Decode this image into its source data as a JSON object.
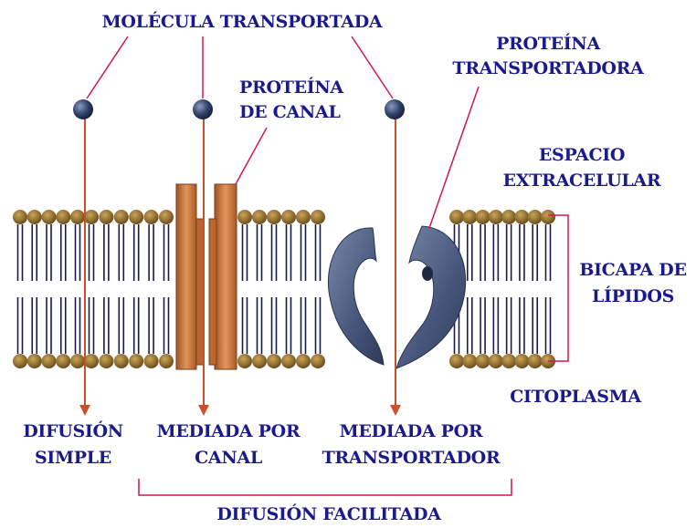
{
  "labels": {
    "molecule": "MOLÉCULA TRANSPORTADA",
    "channel_protein_l1": "PROTEÍNA",
    "channel_protein_l2": "DE CANAL",
    "carrier_protein_l1": "PROTEÍNA",
    "carrier_protein_l2": "TRANSPORTADORA",
    "extracellular_l1": "ESPACIO",
    "extracellular_l2": "EXTRACELULAR",
    "bilayer_l1": "BICAPA DE",
    "bilayer_l2": "LÍPIDOS",
    "cytoplasm": "CITOPLASMA",
    "simple_l1": "DIFUSIÓN",
    "simple_l2": "SIMPLE",
    "channel_l1": "MEDIADA POR",
    "channel_l2": "CANAL",
    "carrier_l1": "MEDIADA POR",
    "carrier_l2": "TRANSPORTADOR",
    "facilitated": "DIFUSIÓN FACILITADA"
  },
  "colors": {
    "text": "#1a1a8c",
    "pointer": "#d4145a",
    "arrow": "#c8502a",
    "lipid_head": "#8a6a2a",
    "lipid_tail": "#1a1a4a",
    "channel": "#c8733a",
    "carrier": "#4a5a7a",
    "molecule": "#2a3a5a"
  }
}
